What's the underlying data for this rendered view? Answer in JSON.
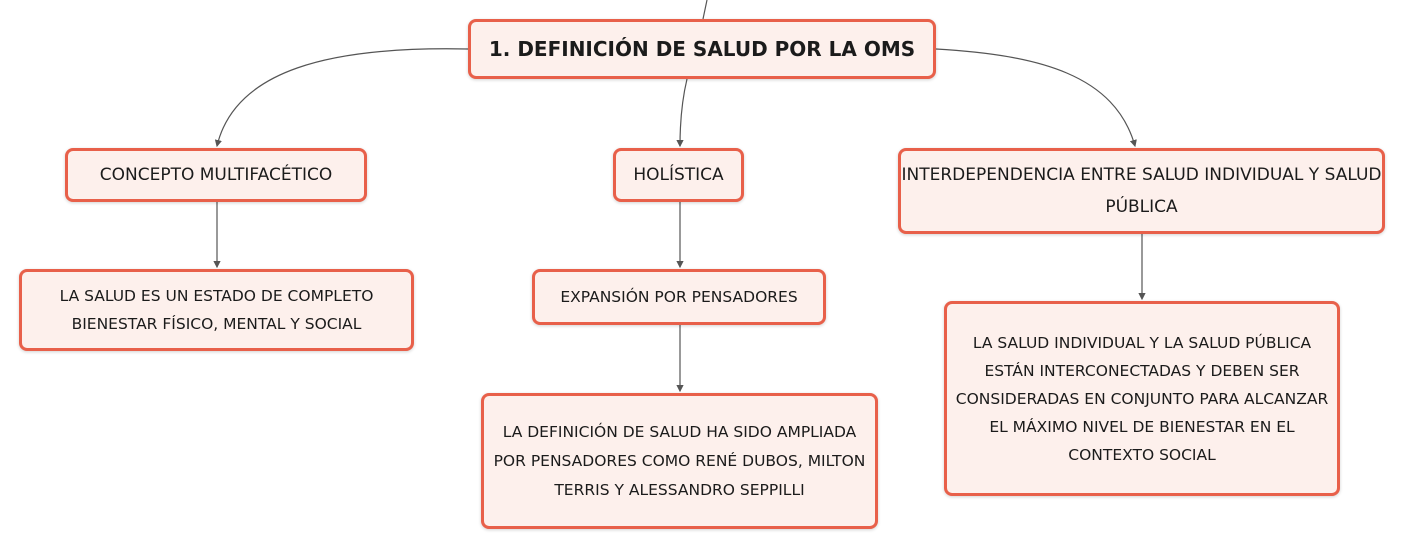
{
  "diagram": {
    "root": {
      "label": "1. DEFINICIÓN DE SALUD POR LA OMS"
    },
    "branches": [
      {
        "label": "CONCEPTO MULTIFACÉTICO",
        "children": [
          {
            "label": "LA SALUD ES UN ESTADO DE COMPLETO BIENESTAR FÍSICO, MENTAL Y SOCIAL"
          }
        ]
      },
      {
        "label": "HOLÍSTICA",
        "children": [
          {
            "label": "EXPANSIÓN POR PENSADORES",
            "children": [
              {
                "label": "LA DEFINICIÓN DE SALUD HA SIDO AMPLIADA POR PENSADORES COMO RENÉ DUBOS, MILTON TERRIS Y ALESSANDRO SEPPILLI"
              }
            ]
          }
        ]
      },
      {
        "label": "INTERDEPENDENCIA ENTRE SALUD INDIVIDUAL Y SALUD PÚBLICA",
        "children": [
          {
            "label": "LA SALUD INDIVIDUAL Y LA SALUD PÚBLICA ESTÁN INTERCONECTADAS Y DEBEN SER CONSIDERADAS EN CONJUNTO PARA ALCANZAR EL MÁXIMO NIVEL DE BIENESTAR EN EL CONTEXTO SOCIAL"
          }
        ]
      }
    ]
  },
  "colors": {
    "node_border": "#e8604a",
    "node_fill": "#fdf0ec",
    "connector": "#555555",
    "text": "#1b1b1b"
  }
}
